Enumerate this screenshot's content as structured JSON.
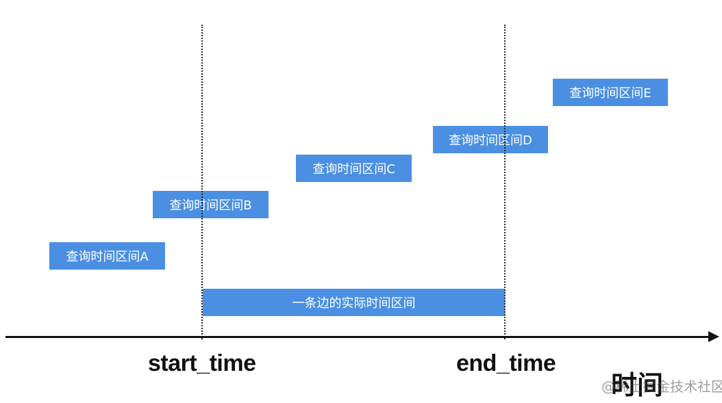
{
  "diagram": {
    "intervals": [
      {
        "id": "a",
        "label": "查询时间区间A"
      },
      {
        "id": "b",
        "label": "查询时间区间B"
      },
      {
        "id": "c",
        "label": "查询时间区间C"
      },
      {
        "id": "d",
        "label": "查询时间区间D"
      },
      {
        "id": "e",
        "label": "查询时间区间E"
      }
    ],
    "actual_interval": {
      "label": "一条边的实际时间区间"
    },
    "markers": {
      "start": "start_time",
      "end": "end_time"
    },
    "axis_title": "时间",
    "colors": {
      "box": "#4a8fe2",
      "text": "#ffffff",
      "axis": "#111111"
    }
  },
  "watermark": "@稀土掘金技术社区"
}
